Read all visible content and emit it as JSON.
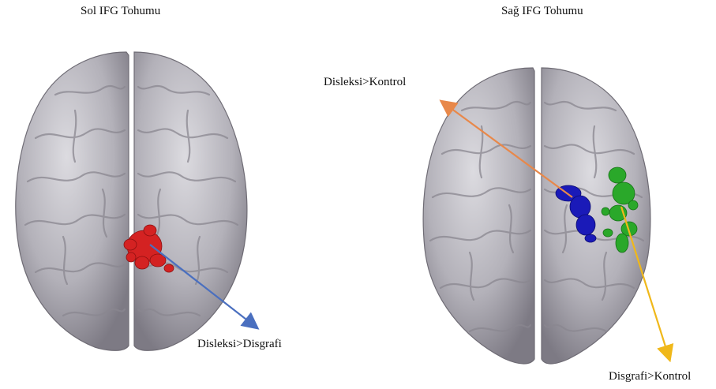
{
  "panels": {
    "left": {
      "title": "Sol IFG Tohumu",
      "annotation": "Disleksi>Disgrafi",
      "cluster_colors": [
        "#d42222"
      ],
      "arrow_color": "#4a6fbf"
    },
    "right": {
      "title": "Sağ IFG Tohumu",
      "annotations": [
        {
          "text": "Disleksi>Kontrol",
          "arrow_color": "#e8884a",
          "cluster_color": "#1a1ab8"
        },
        {
          "text": "Disgrafi>Kontrol",
          "arrow_color": "#f0b81a",
          "cluster_color": "#2aa82a"
        }
      ]
    }
  },
  "brain_color": "#b6b4bb"
}
